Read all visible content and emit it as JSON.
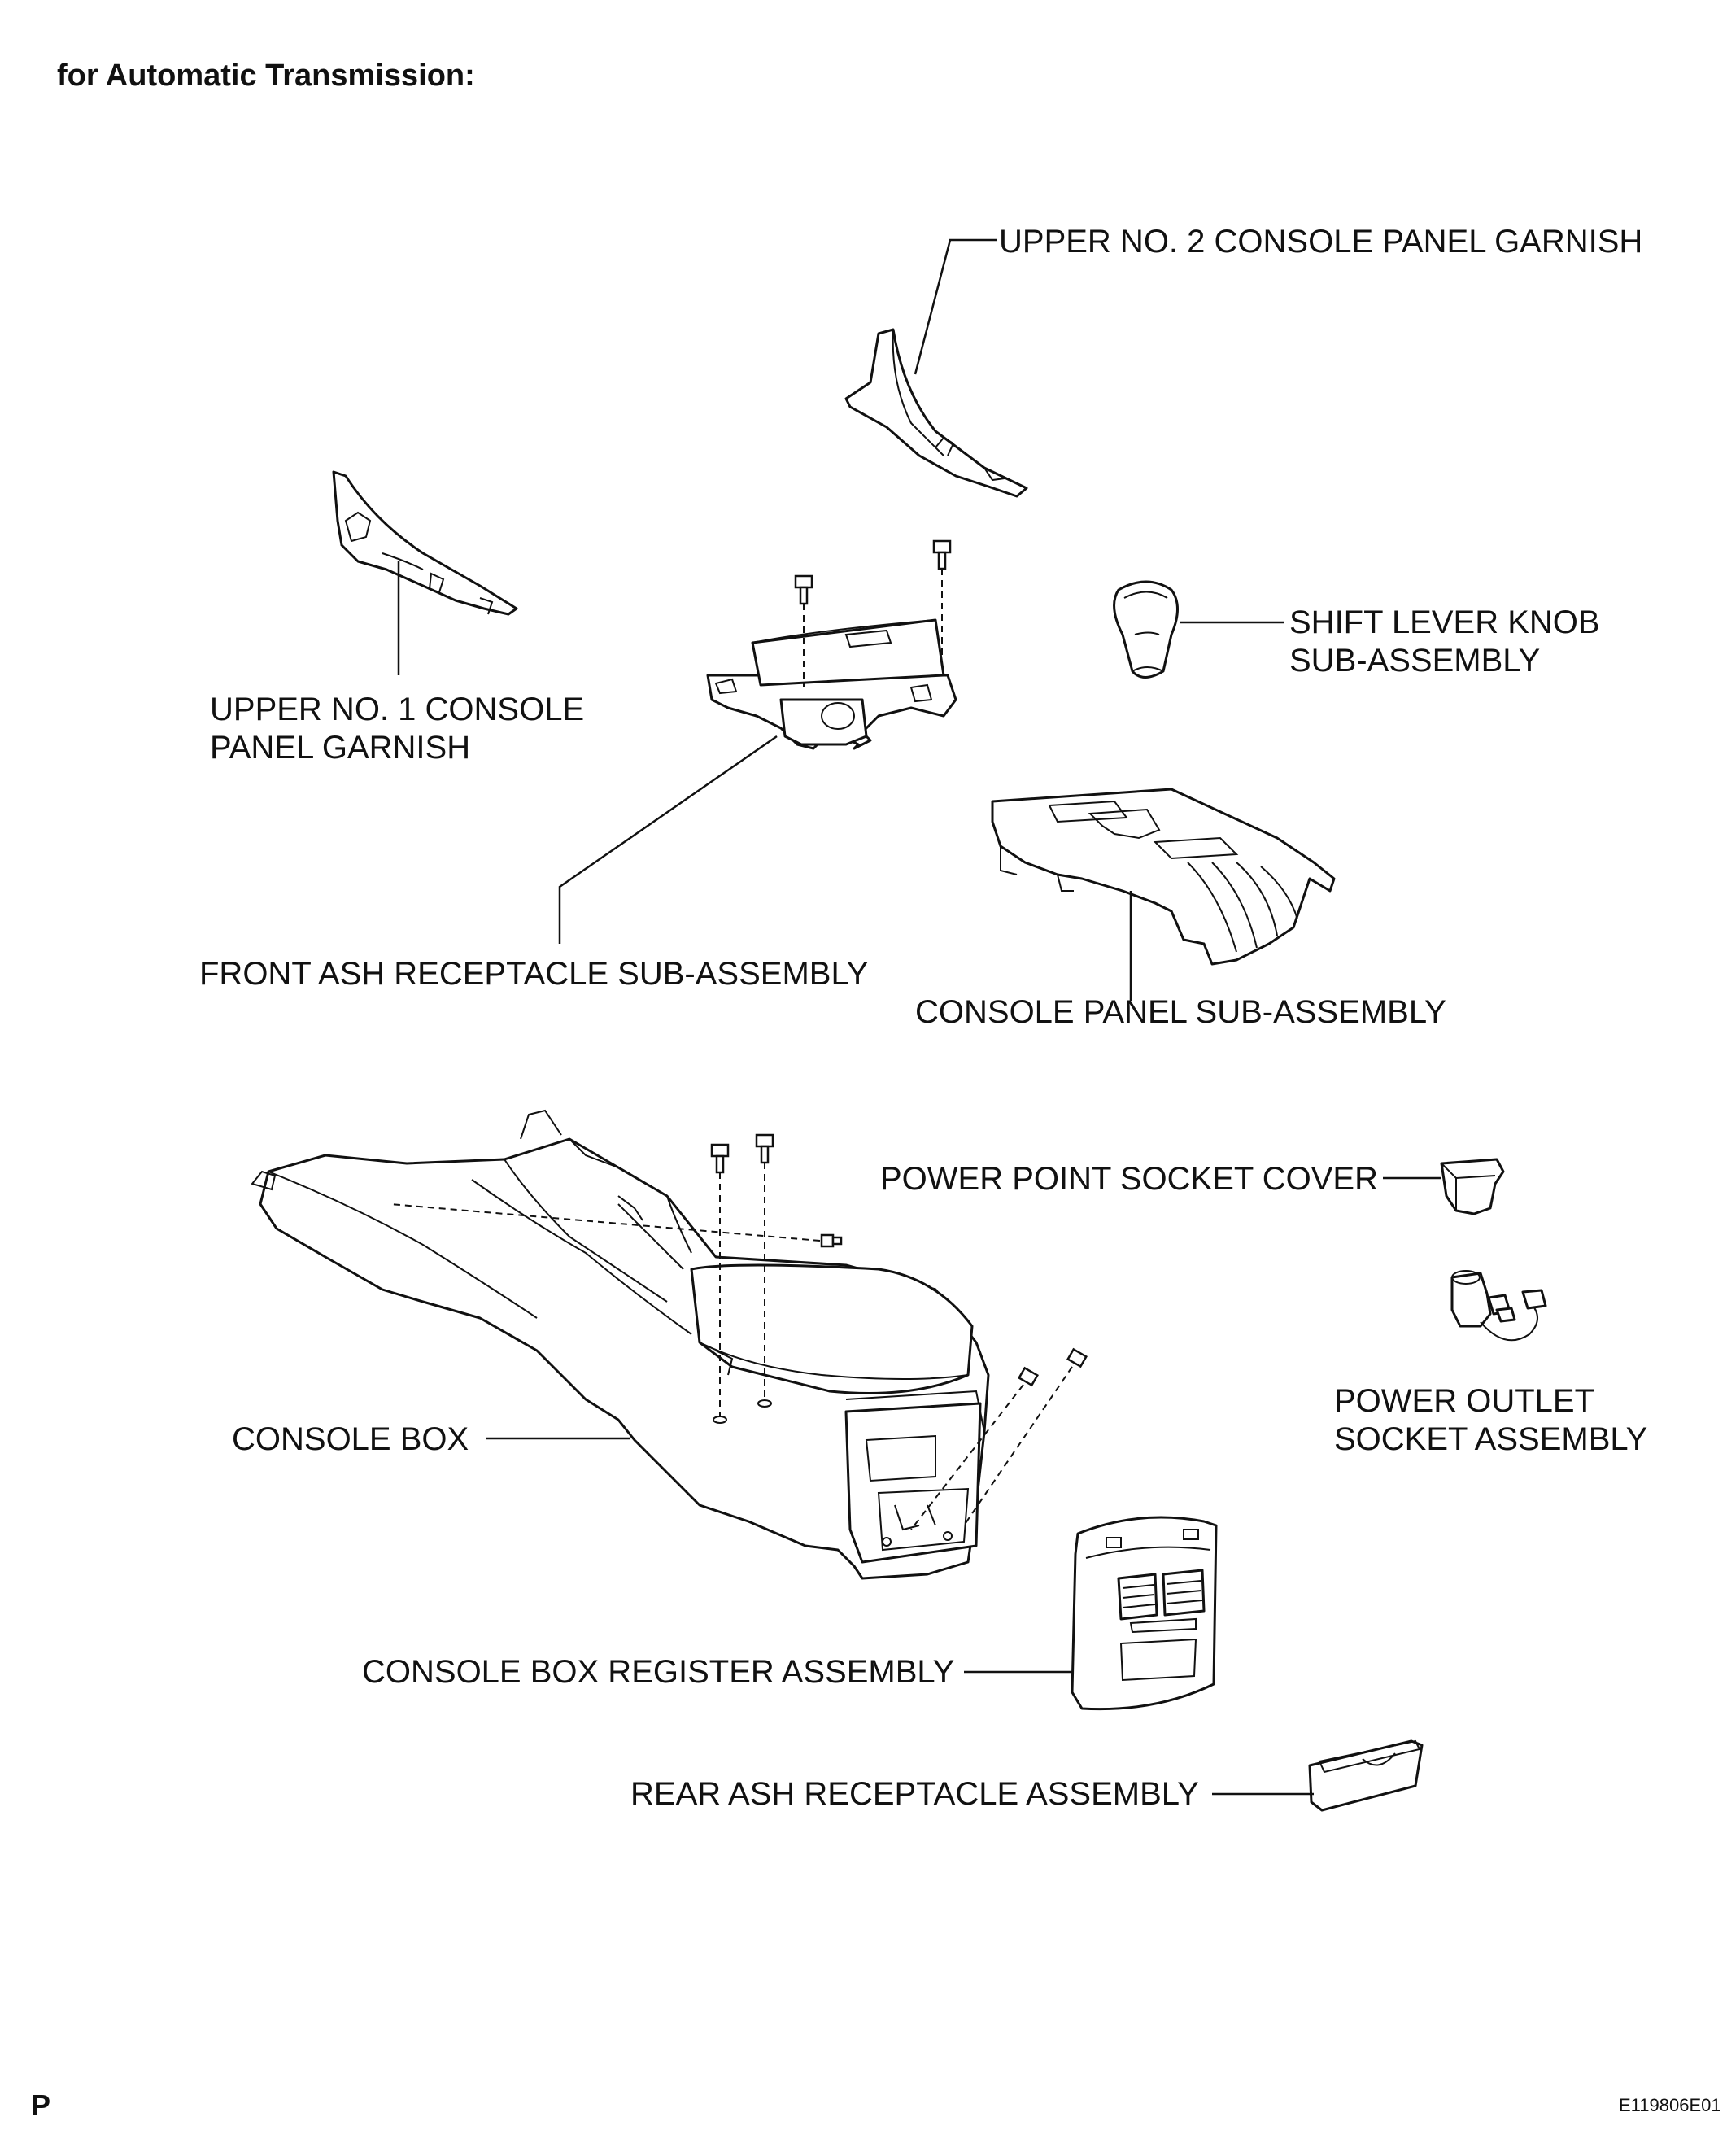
{
  "header": {
    "title": "for Automatic Transmission:"
  },
  "labels": {
    "upper_no2_garnish": "UPPER NO. 2 CONSOLE PANEL GARNISH",
    "upper_no1_garnish_line1": "UPPER NO. 1 CONSOLE",
    "upper_no1_garnish_line2": "PANEL GARNISH",
    "shift_knob_line1": "SHIFT LEVER KNOB",
    "shift_knob_line2": "SUB-ASSEMBLY",
    "front_ash": "FRONT ASH RECEPTACLE SUB-ASSEMBLY",
    "console_panel": "CONSOLE PANEL SUB-ASSEMBLY",
    "power_point_cover": "POWER POINT SOCKET COVER",
    "power_outlet_line1": "POWER OUTLET",
    "power_outlet_line2": "SOCKET ASSEMBLY",
    "console_box": "CONSOLE BOX",
    "register": "CONSOLE BOX REGISTER ASSEMBLY",
    "rear_ash": "REAR ASH RECEPTACLE ASSEMBLY"
  },
  "footer": {
    "page_mark": "P",
    "figure_code": "E119806E01"
  }
}
